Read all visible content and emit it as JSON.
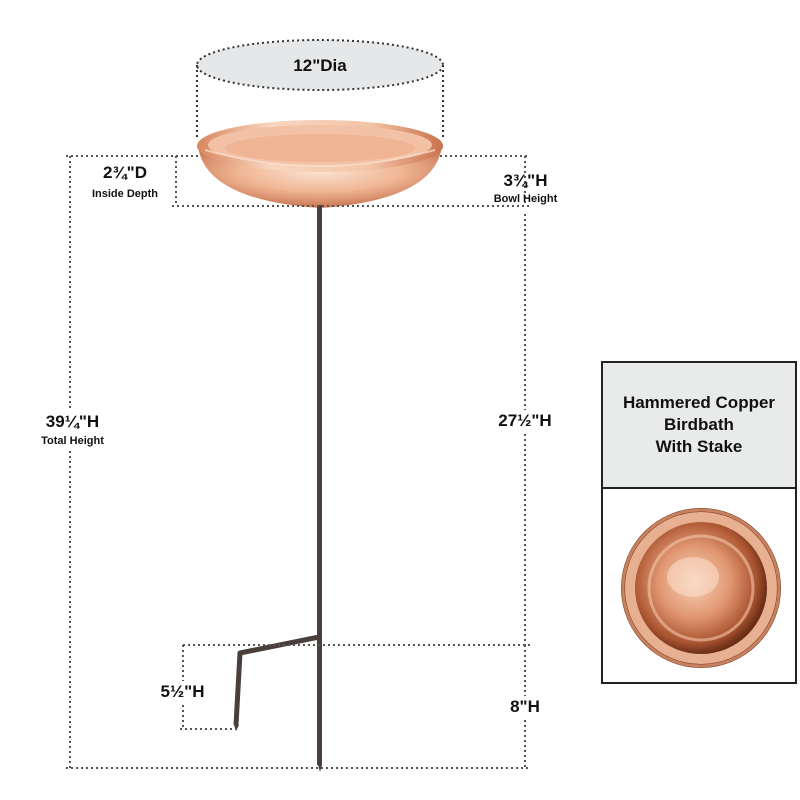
{
  "product": {
    "title_lines": [
      "Hammered Copper",
      "Birdbath",
      "With Stake"
    ],
    "top_view_image": "copper-bowl-top-view"
  },
  "dimensions": {
    "diameter": "12\"Dia",
    "inside_depth_value": "2¾\"D",
    "inside_depth_label": "Inside Depth",
    "bowl_height_value": "3¾\"H",
    "bowl_height_label": "Bowl Height",
    "total_height_value": "39¼\"H",
    "total_height_label": "Total Height",
    "stake_height_value": "27½\"H",
    "foot_height_value": "5½\"H",
    "lower_stake_value": "8\"H"
  },
  "colors": {
    "copper_light": "#f6c9ae",
    "copper_mid": "#e9a07c",
    "copper_dark": "#b8603d",
    "stake": "#4a3f3a",
    "dotted_line": "#555555",
    "ellipse_fill": "#e6e7e8",
    "panel_header": "#e9ebeb"
  }
}
